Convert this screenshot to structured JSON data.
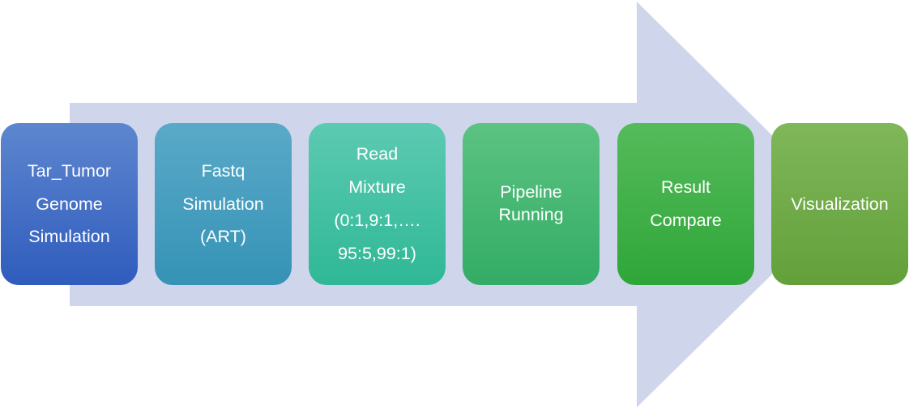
{
  "colors": {
    "arrow": "#cfd6ec",
    "text": "#ffffff",
    "steps": [
      "#3f6fc6",
      "#45a0c0",
      "#45c1a4",
      "#47b873",
      "#3eae46",
      "#71ab4a"
    ]
  },
  "steps": [
    {
      "lines": [
        "Tar_Tumor",
        "Genome",
        "Simulation"
      ]
    },
    {
      "lines": [
        "Fastq",
        "Simulation",
        "(ART)"
      ]
    },
    {
      "lines": [
        "Read",
        "Mixture",
        "(0:1,9:1,….",
        "95:5,99:1)"
      ]
    },
    {
      "lines": [
        "Pipeline",
        "Running"
      ]
    },
    {
      "lines": [
        "Result",
        "Compare"
      ]
    },
    {
      "lines": [
        "Visualization"
      ]
    }
  ]
}
